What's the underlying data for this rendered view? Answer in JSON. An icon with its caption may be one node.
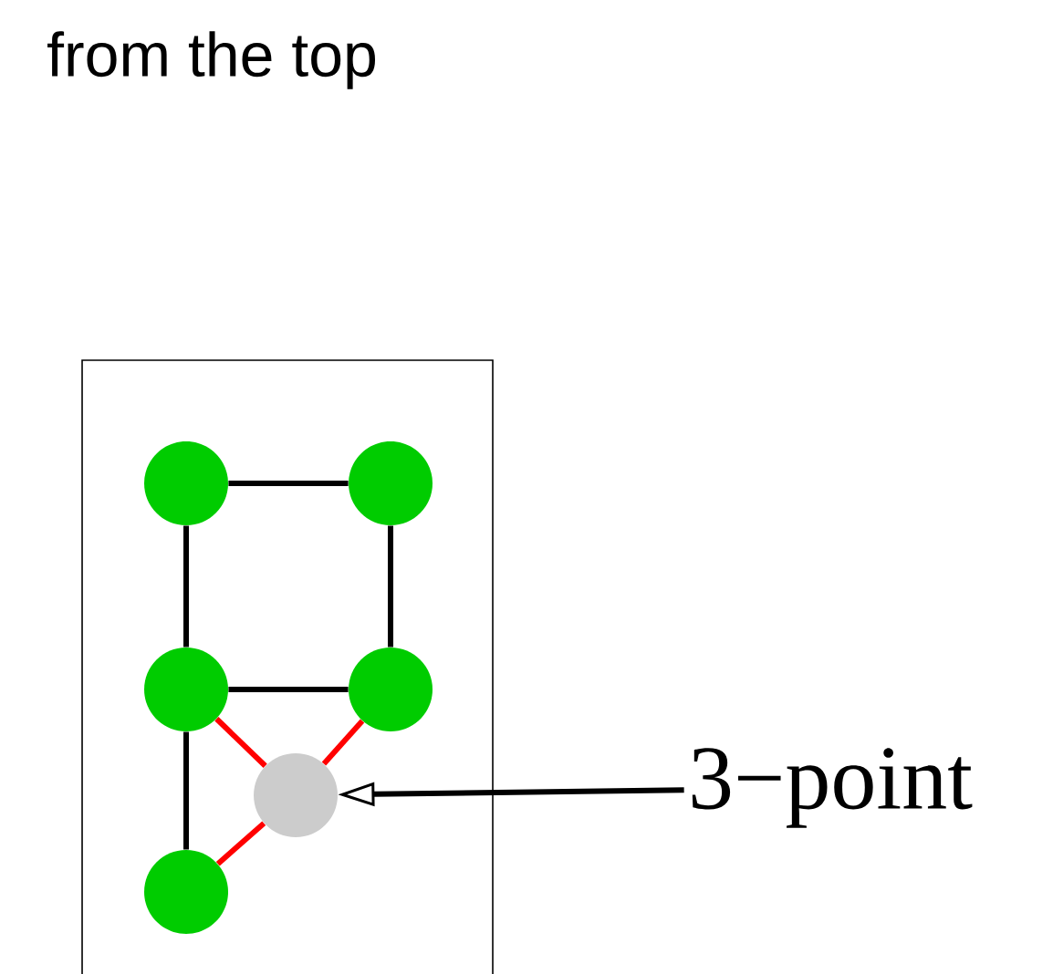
{
  "diagram": {
    "title": "from the top",
    "nodes": [
      {
        "text": [],
        "shape": "box"
      },
      {
        "text": [],
        "shape": "circle",
        "in": 0
      },
      {
        "text": [],
        "shape": "circle",
        "in": 0
      },
      {
        "text": [],
        "shape": "circle",
        "in": 0
      },
      {
        "text": [],
        "shape": "circle",
        "in": 0
      },
      {
        "text": [],
        "shape": "circle",
        "in": 0
      },
      {
        "text": [],
        "shape": "circle",
        "in": 0
      },
      {
        "text": [
          "3−point"
        ]
      }
    ],
    "edges": [
      {
        "from": 1,
        "to": 2,
        "arrow": "none"
      },
      {
        "from": 1,
        "to": 3,
        "arrow": "none"
      },
      {
        "from": 2,
        "to": 4,
        "arrow": "none"
      },
      {
        "from": 3,
        "to": 4,
        "arrow": "none"
      },
      {
        "from": 3,
        "to": 6,
        "arrow": "none"
      },
      {
        "from": 3,
        "to": 5,
        "arrow": "none",
        "color": "#ff0000"
      },
      {
        "from": 4,
        "to": 5,
        "arrow": "none",
        "color": "#ff0000"
      },
      {
        "from": 6,
        "to": 5,
        "arrow": "none",
        "color": "#ff0000"
      },
      {
        "from": 7,
        "to": 5,
        "arrow": "to"
      }
    ]
  }
}
